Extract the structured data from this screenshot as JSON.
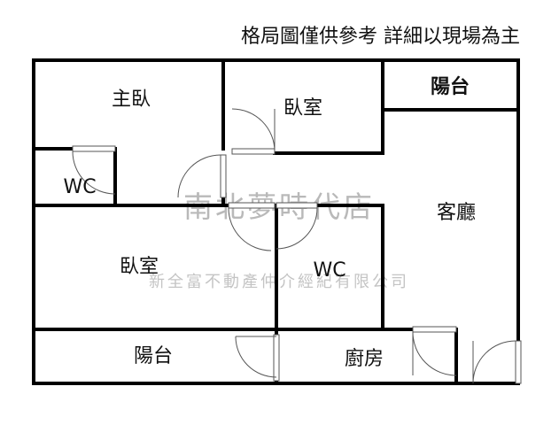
{
  "notice": "格局圖僅供參考 詳細以現場為主",
  "rooms": {
    "master_bedroom": "主臥",
    "bedroom_top": "臥室",
    "balcony_top": "陽台",
    "wc_master": "WC",
    "living_room": "客廳",
    "bedroom_left": "臥室",
    "wc_center": "WC",
    "balcony_bottom": "陽台",
    "kitchen": "廚房"
  },
  "watermark": {
    "main": "南北夢時代店",
    "sub": "新全富不動產仲介經紀有限公司"
  }
}
